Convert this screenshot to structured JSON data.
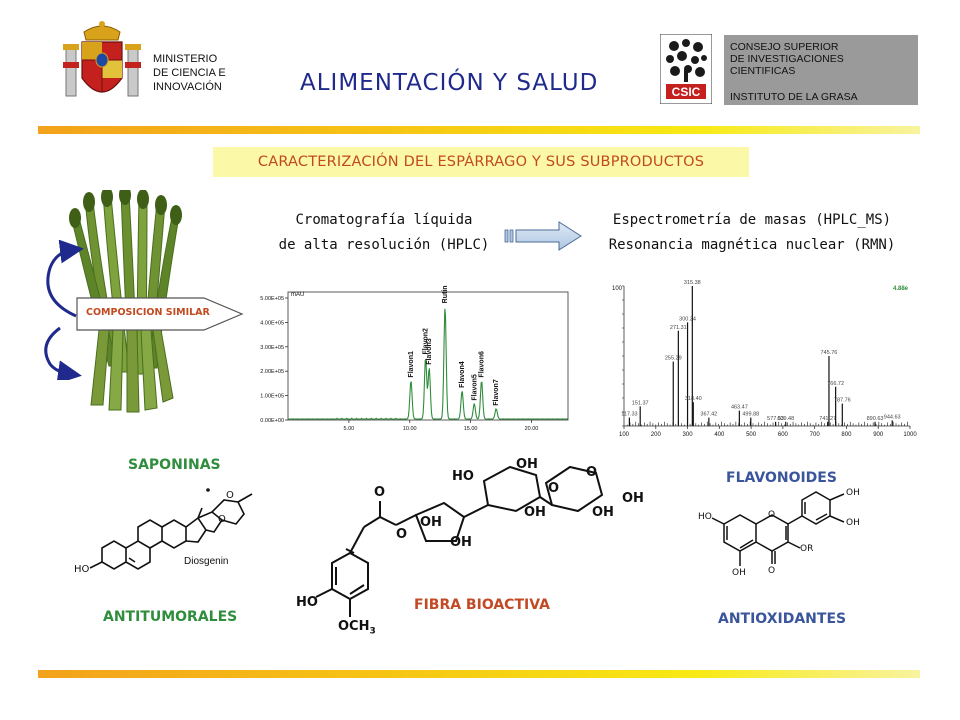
{
  "header": {
    "ministerio_lines": [
      "MINISTERIO",
      "DE CIENCIA E",
      "INNOVACIÓN"
    ],
    "title": "ALIMENTACIÓN Y SALUD",
    "csic_lines": [
      "CONSEJO SUPERIOR",
      "DE INVESTIGACIONES",
      "CIENTIFICAS"
    ],
    "institute": "INSTITUTO DE LA GRASA",
    "csic_logo_text": "CSIC"
  },
  "banner": "CARACTERIZACIÓN DEL ESPÁRRAGO Y SUS SUBPRODUCTOS",
  "methods": {
    "hplc_line1": "Cromatografía líquida",
    "hplc_line2": "de alta resolución (HPLC)",
    "ms_line1": "Espectrometría de masas (HPLC_MS)",
    "ms_line2": "Resonancia magnética nuclear (RMN)"
  },
  "composition_label": "COMPOSICION SIMILAR",
  "sections": {
    "saponins": "SAPONINAS",
    "antitumor": "ANTITUMORALES",
    "fiber": "FIBRA BIOACTIVA",
    "flavonoids": "FLAVONOIDES",
    "antioxidants": "ANTIOXIDANTES",
    "diosgenin": "Diosgenin"
  },
  "colors": {
    "title_blue": "#1f2a8c",
    "banner_bg": "#fbf9a7",
    "banner_text": "#c2491f",
    "section_green": "#2f8d3b",
    "section_blue": "#3a559c",
    "section_red": "#c24a24"
  },
  "chart_data": [
    {
      "type": "line",
      "title": "",
      "ylabel": "mAU",
      "y_ticks": [
        "5.00E+05",
        "4.00E+05",
        "3.00E+05",
        "2.00E+05",
        "1.00E+05",
        "0.00E+00"
      ],
      "x_ticks": [
        "5.00",
        "10.00",
        "15.00",
        "20.00"
      ],
      "xlim": [
        0,
        23
      ],
      "ylim": [
        0,
        500000
      ],
      "peaks": [
        {
          "name": "Flavon1",
          "x": 10.1,
          "y": 150000
        },
        {
          "name": "Flavon2",
          "x": 11.3,
          "y": 240000
        },
        {
          "name": "Flavon3",
          "x": 11.6,
          "y": 200000
        },
        {
          "name": "Rutin",
          "x": 12.9,
          "y": 440000
        },
        {
          "name": "Flavon4",
          "x": 14.3,
          "y": 110000
        },
        {
          "name": "Flavon5",
          "x": 15.3,
          "y": 60000
        },
        {
          "name": "Flavon6",
          "x": 15.9,
          "y": 150000
        },
        {
          "name": "Flavon7",
          "x": 17.1,
          "y": 40000
        }
      ]
    },
    {
      "type": "bar",
      "title": "",
      "corner_label": "4.88e",
      "y_top_label": "100",
      "x_ticks": [
        "100",
        "200",
        "300",
        "400",
        "500",
        "600",
        "700",
        "800",
        "900",
        "1000"
      ],
      "xlim": [
        100,
        1000
      ],
      "ylim": [
        0,
        100
      ],
      "peaks": [
        {
          "mz": "117.33",
          "x": 117,
          "y": 6
        },
        {
          "mz": "151.37",
          "x": 151,
          "y": 14
        },
        {
          "mz": "255.29",
          "x": 255,
          "y": 46
        },
        {
          "mz": "271.31",
          "x": 271,
          "y": 68
        },
        {
          "mz": "300.34",
          "x": 300,
          "y": 74
        },
        {
          "mz": "315.38",
          "x": 315,
          "y": 100
        },
        {
          "mz": "318.40",
          "x": 318,
          "y": 17
        },
        {
          "mz": "367.42",
          "x": 367,
          "y": 6
        },
        {
          "mz": "463.47",
          "x": 463,
          "y": 11
        },
        {
          "mz": "499.88",
          "x": 499,
          "y": 6
        },
        {
          "mz": "577.53",
          "x": 577,
          "y": 3
        },
        {
          "mz": "609.48",
          "x": 609,
          "y": 3
        },
        {
          "mz": "741.27",
          "x": 741,
          "y": 3
        },
        {
          "mz": "745.76",
          "x": 745,
          "y": 50
        },
        {
          "mz": "766.72",
          "x": 766,
          "y": 28
        },
        {
          "mz": "787.76",
          "x": 787,
          "y": 16
        },
        {
          "mz": "890.63",
          "x": 890,
          "y": 3
        },
        {
          "mz": "944.63",
          "x": 944,
          "y": 4
        }
      ]
    }
  ]
}
